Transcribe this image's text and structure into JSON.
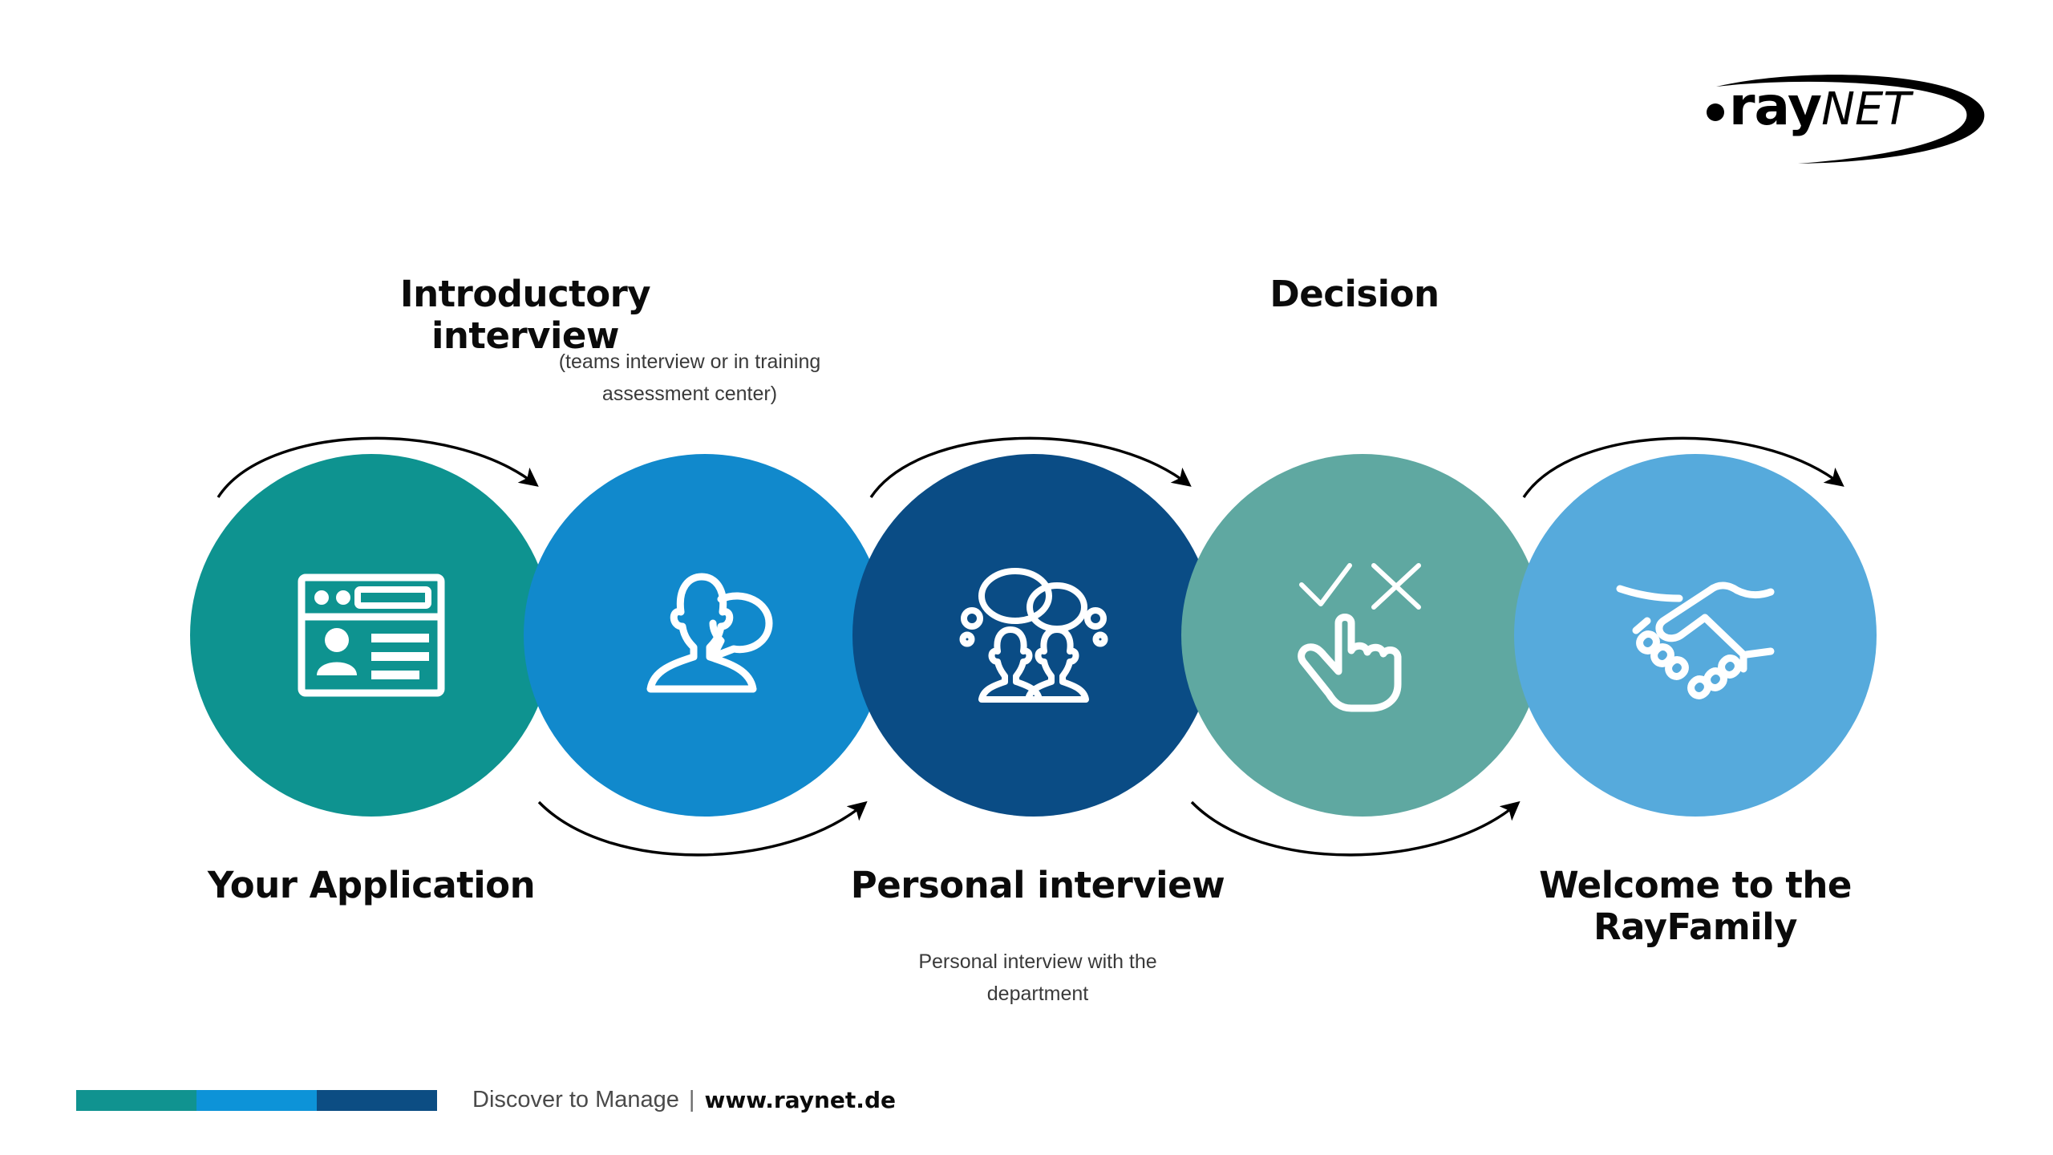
{
  "brand": {
    "dot": "•",
    "name_bold": "ray",
    "name_italic": "NET"
  },
  "diagram": {
    "title_above_1": "Introductory interview",
    "sub_above_1": "(teams interview or in training assessment center)",
    "title_above_2": "Decision",
    "steps": [
      {
        "label": "Your Application",
        "sublabel": "",
        "color": "#0E9390",
        "icon": "application-form-icon",
        "position": "below"
      },
      {
        "label": "Introductory interview",
        "sublabel": "(teams interview or in training assessment center)",
        "color": "#1189CC",
        "icon": "person-speech-bubble-icon",
        "position": "above"
      },
      {
        "label": "Personal interview",
        "sublabel": "Personal interview with the department",
        "color": "#0A4C85",
        "icon": "two-people-conversation-icon",
        "position": "below"
      },
      {
        "label": "Decision",
        "sublabel": "",
        "color": "#5FA8A1",
        "icon": "pointing-hand-check-cross-icon",
        "position": "above"
      },
      {
        "label": "Welcome to the RayFamily",
        "sublabel": "",
        "color": "#56AADC",
        "icon": "handshake-icon",
        "position": "below"
      }
    ],
    "arrow_color": "#000000"
  },
  "labels": {
    "step1_line1": "Your Application",
    "step2_line1": "Introductory interview",
    "step2_sub_line1": "(teams interview or in training",
    "step2_sub_line2": "assessment center)",
    "step3_line1": "Personal interview",
    "step3_sub_line1": "Personal interview with the",
    "step3_sub_line2": "department",
    "step4_line1": "Decision",
    "step5_line1": "Welcome to the",
    "step5_line2": "RayFamily"
  },
  "footer": {
    "bars": [
      "#109390",
      "#0D93D8",
      "#0C4D83"
    ],
    "tagline": "Discover to Manage",
    "separator": "|",
    "url": "www.raynet.de"
  }
}
